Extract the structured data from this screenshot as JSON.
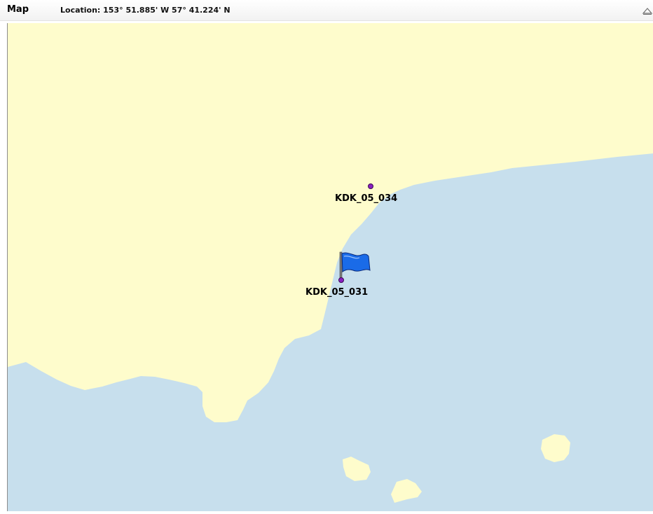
{
  "header": {
    "title": "Map",
    "location_text": "Location: 153° 51.885' W   57° 41.224' N",
    "collapse_icon": "chevron-up-icon"
  },
  "map": {
    "land_color": "#fefccc",
    "water_color": "#c7dfed",
    "stations": [
      {
        "id": "KDK_05_034",
        "marker": "dot",
        "marker_color": "#8a1fc0"
      },
      {
        "id": "KDK_05_031",
        "marker": "flag",
        "marker_color": "#8a1fc0",
        "flag_color": "#1a6be8"
      }
    ]
  }
}
